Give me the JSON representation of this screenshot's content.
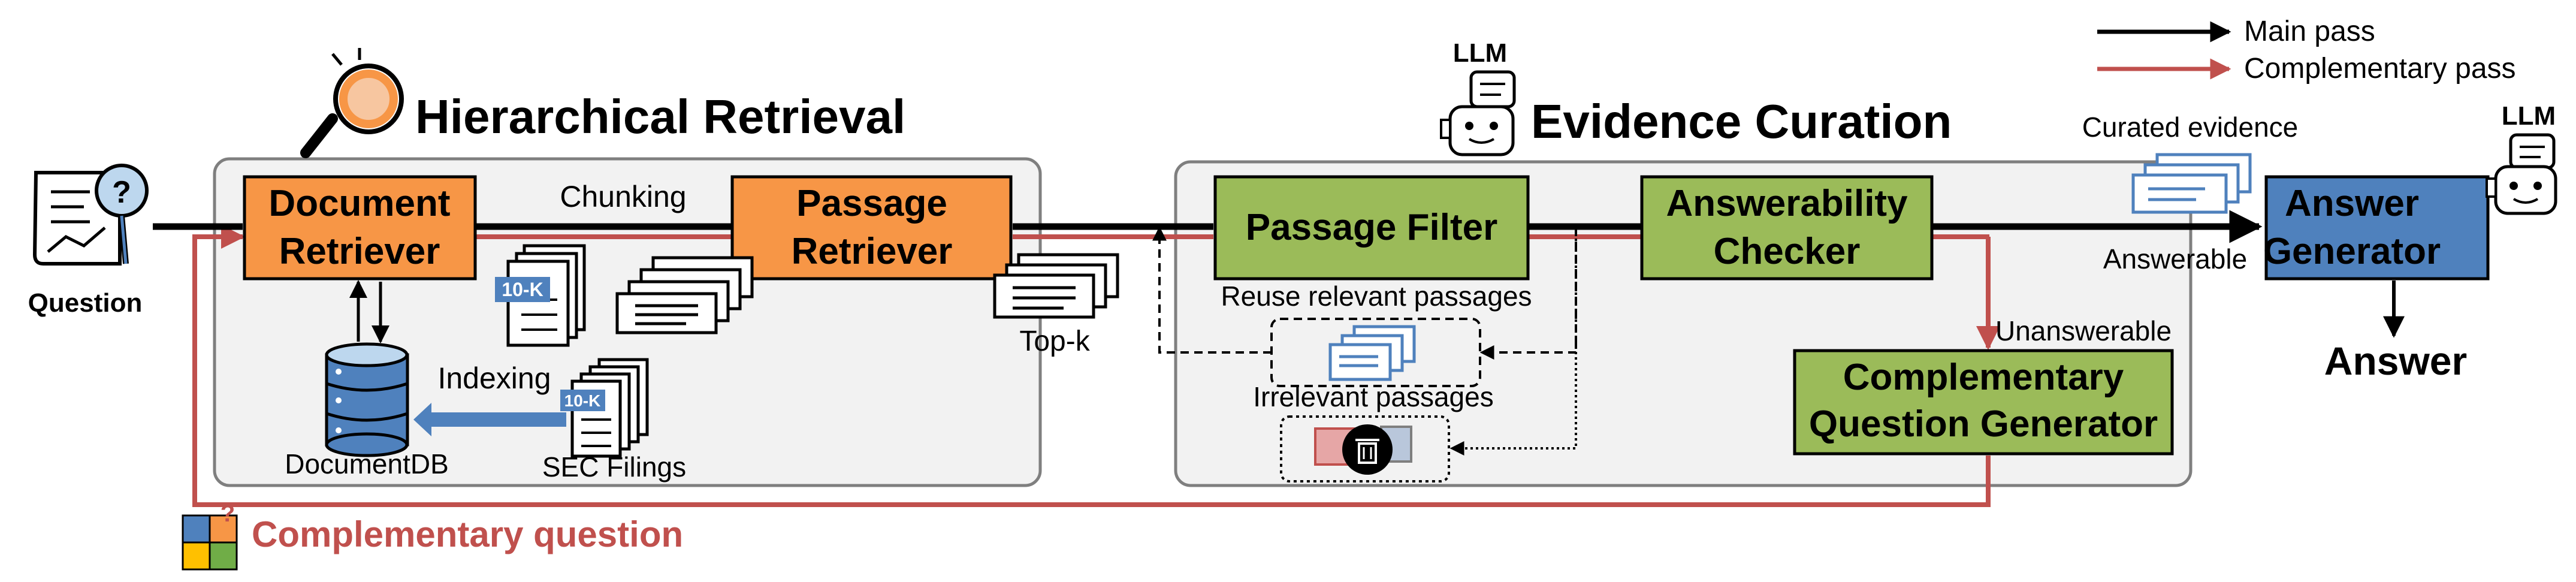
{
  "legend": {
    "main_label": "Main pass",
    "comp_label": "Complementary pass"
  },
  "question": {
    "label": "Question"
  },
  "retrieval": {
    "title": "Hierarchical Retrieval",
    "doc_retriever": [
      "Document",
      "Retriever"
    ],
    "chunking": "Chunking",
    "passage_retriever": [
      "Passage",
      "Retriever"
    ],
    "tenk_badge": "10-K",
    "indexing": "Indexing",
    "documentdb": "DocumentDB",
    "sec_filings": "SEC Filings",
    "topk": "Top-k"
  },
  "curation": {
    "llm_label": "LLM",
    "title": "Evidence Curation",
    "passage_filter": "Passage Filter",
    "answerability": [
      "Answerability",
      "Checker"
    ],
    "reuse": "Reuse relevant passages",
    "irrelevant": "Irrelevant passages",
    "unanswerable": "Unanswerable",
    "comp_gen": [
      "Complementary",
      "Question Generator"
    ]
  },
  "answer_side": {
    "curated": "Curated evidence",
    "answerable": "Answerable",
    "llm_label": "LLM",
    "answer_gen": [
      "Answer",
      "Generator"
    ],
    "answer": "Answer"
  },
  "complementary_question": "Complementary question",
  "colors": {
    "orange": "#F79646",
    "green": "#9BBB59",
    "blue": "#4F81BD",
    "red": "#C0504D",
    "panel": "#F2F2F2"
  }
}
